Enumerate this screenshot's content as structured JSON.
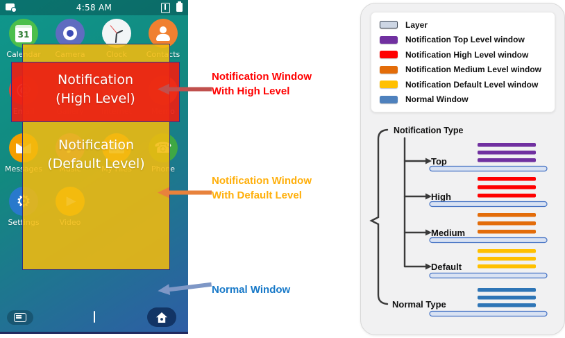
{
  "phone": {
    "status": {
      "time": "4:58 AM"
    },
    "apps": [
      {
        "label": "Calendar",
        "day": "31"
      },
      {
        "label": "Camera"
      },
      {
        "label": "Clock"
      },
      {
        "label": "Contacts"
      },
      {
        "label": "Email",
        "glyph": "@"
      },
      {
        "label": "Gallery"
      },
      {
        "label": "Internet"
      },
      {
        "label": "Memo",
        "glyph": "✎"
      },
      {
        "label": "Messages"
      },
      {
        "label": "Music",
        "glyph": "♪"
      },
      {
        "label": "My Files"
      },
      {
        "label": "Phone",
        "glyph": "☎"
      },
      {
        "label": "Settings",
        "glyph": "⚙"
      },
      {
        "label": "Video",
        "glyph": "▶"
      }
    ],
    "windows": {
      "high": {
        "line1": "Notification",
        "line2": "(High Level)"
      },
      "default": {
        "line1": "Notification",
        "line2": "(Default Level)"
      }
    }
  },
  "annotations": {
    "high": {
      "line1": "Notification Window",
      "line2": "With High Level",
      "color": "#FF0000",
      "arrow_color": "#C0504D"
    },
    "def": {
      "line1": "Notification Window",
      "line2": "With Default Level",
      "color": "#FFAF0A",
      "arrow_color": "#E8823C"
    },
    "normal": {
      "label": "Normal Window",
      "color": "#1879C8",
      "arrow_color": "#7E97C6"
    }
  },
  "legend": {
    "items": [
      {
        "label": "Layer",
        "color": "#CDD6E4"
      },
      {
        "label": "Notification Top Level window",
        "color": "#7030A0"
      },
      {
        "label": "Notification High Level window",
        "color": "#FF0000"
      },
      {
        "label": "Notification Medium Level window",
        "color": "#E36C09"
      },
      {
        "label": "Notification Default Level window",
        "color": "#FFC000"
      },
      {
        "label": "Normal Window",
        "color": "#4E81BD"
      }
    ]
  },
  "tree": {
    "root": "Notification Type",
    "layer_color": "#D9E2F3",
    "branches": [
      {
        "label": "Top",
        "color": "#7030A0"
      },
      {
        "label": "High",
        "color": "#FF0000"
      },
      {
        "label": "Medium",
        "color": "#E36C09"
      },
      {
        "label": "Default",
        "color": "#FFC000"
      }
    ],
    "normal": {
      "label": "Normal Type",
      "color": "#2E75B6"
    }
  }
}
